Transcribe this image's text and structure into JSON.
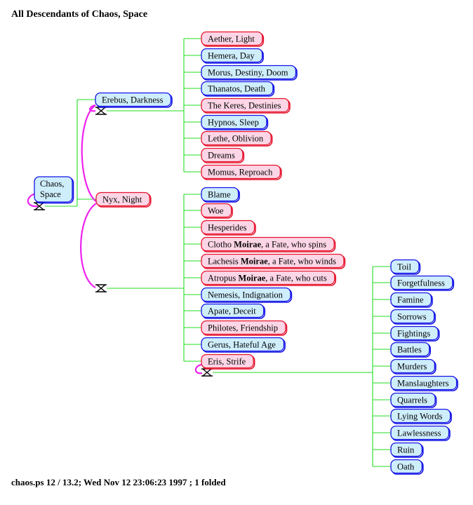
{
  "title": "All Descendants of Chaos, Space",
  "footer": "chaos.ps  12 / 13.2; Wed Nov 12 23:06:23 1997 ; 1 folded",
  "colors": {
    "male_border": "#1414e6",
    "male_fill": "#cfeefc",
    "female_border": "#e6142d",
    "female_fill": "#fcd6e6",
    "connector": "#22dd22",
    "marriage": "#ee22ee"
  },
  "root": {
    "lines": [
      "Chaos,",
      "Space"
    ],
    "gender": "male"
  },
  "chaos_children": [
    {
      "label": "Erebus, Darkness",
      "gender": "male"
    },
    {
      "label": "Nyx, Night",
      "gender": "female"
    }
  ],
  "erebus_nyx_children": [
    {
      "label": "Aether, Light",
      "gender": "female"
    },
    {
      "label": "Hemera, Day",
      "gender": "male"
    },
    {
      "label": "Morus, Destiny, Doom",
      "gender": "male"
    },
    {
      "label": "Thanatos, Death",
      "gender": "male"
    },
    {
      "label": "The Keres, Destinies",
      "gender": "female"
    },
    {
      "label": "Hypnos, Sleep",
      "gender": "male"
    },
    {
      "label": "Lethe, Oblivion",
      "gender": "female"
    },
    {
      "label": "Dreams",
      "gender": "female"
    },
    {
      "label": "Momus, Reproach",
      "gender": "female"
    }
  ],
  "nyx_children": [
    {
      "label": "Blame",
      "gender": "male"
    },
    {
      "label": "Woe",
      "gender": "female"
    },
    {
      "label": "Hesperides",
      "gender": "female"
    },
    {
      "label": "Clotho",
      "bold": "Moirae",
      "suffix": ", a Fate, who spins",
      "gender": "female"
    },
    {
      "label": "Lachesis",
      "bold": "Moirae",
      "suffix": ", a Fate, who winds",
      "gender": "female"
    },
    {
      "label": "Atropus",
      "bold": "Moirae",
      "suffix": ", a Fate, who cuts",
      "gender": "female"
    },
    {
      "label": "Nemesis, Indignation",
      "gender": "male"
    },
    {
      "label": "Apate, Deceit",
      "gender": "male"
    },
    {
      "label": "Philotes, Friendship",
      "gender": "female"
    },
    {
      "label": "Gerus, Hateful Age",
      "gender": "male"
    },
    {
      "label": "Eris, Strife",
      "gender": "female"
    }
  ],
  "eris_children": [
    {
      "label": "Toil",
      "gender": "male"
    },
    {
      "label": "Forgetfulness",
      "gender": "male"
    },
    {
      "label": "Famine",
      "gender": "male"
    },
    {
      "label": "Sorrows",
      "gender": "male"
    },
    {
      "label": "Fightings",
      "gender": "male"
    },
    {
      "label": "Battles",
      "gender": "male"
    },
    {
      "label": "Murders",
      "gender": "male"
    },
    {
      "label": "Manslaughters",
      "gender": "male"
    },
    {
      "label": "Quarrels",
      "gender": "male"
    },
    {
      "label": "Lying Words",
      "gender": "male"
    },
    {
      "label": "Lawlessness",
      "gender": "male"
    },
    {
      "label": "Ruin",
      "gender": "male"
    },
    {
      "label": "Oath",
      "gender": "male"
    }
  ]
}
